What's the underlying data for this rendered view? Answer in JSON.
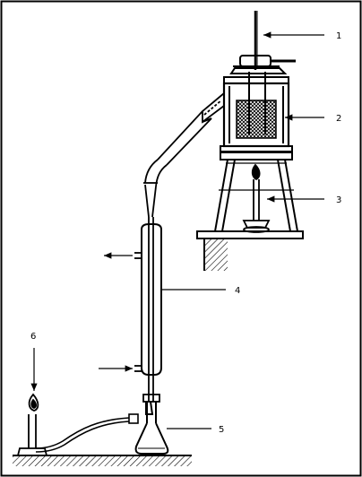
{
  "labels": [
    {
      "id": "1",
      "text": "1"
    },
    {
      "id": "2",
      "text": "2"
    },
    {
      "id": "3",
      "text": "3"
    },
    {
      "id": "4",
      "text": "4"
    },
    {
      "id": "5",
      "text": "5"
    },
    {
      "id": "6",
      "text": "6"
    }
  ],
  "colors": {
    "ink": "#000000",
    "paper": "#ffffff"
  }
}
